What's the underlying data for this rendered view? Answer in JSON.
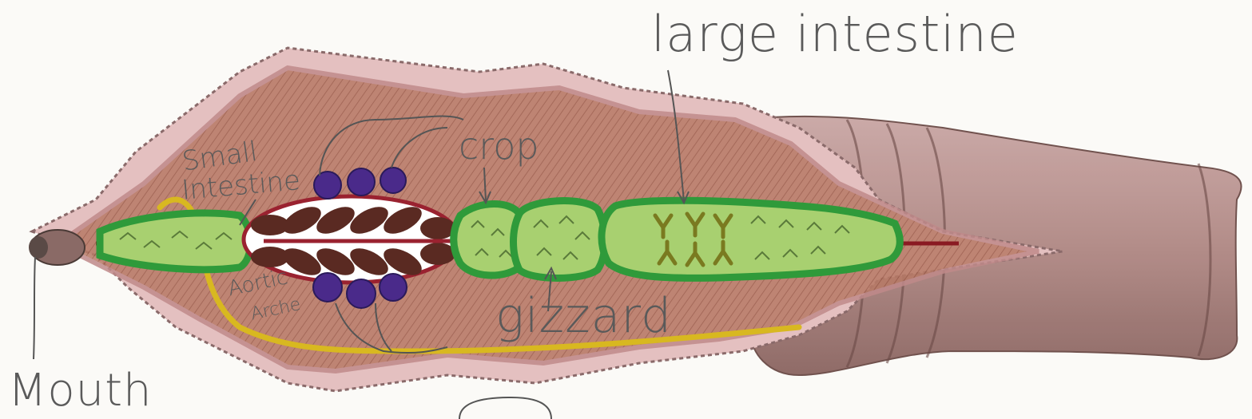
{
  "labels": {
    "large_intestine": "large intestine",
    "crop": "crop",
    "small_intestine_line1": "Small",
    "small_intestine_line2": "Intestine",
    "gizzard": "gizzard",
    "aortic_line1": "Aortic",
    "aortic_line2": "Arche",
    "mouth": "Mouth"
  },
  "colors": {
    "paper": "#fbfaf7",
    "body_brown": "#a86a52",
    "body_pink": "#d8a8a8",
    "tail_brown": "#a87a76",
    "gut_green": "#2f9a3a",
    "gut_fill": "#a8d070",
    "aortic_purple": "#4a2a8a",
    "vessel_red": "#8a1a22",
    "heart_dark": "#5a2a22",
    "nerve_yellow": "#d8b820",
    "ink": "#5a5a5a"
  }
}
